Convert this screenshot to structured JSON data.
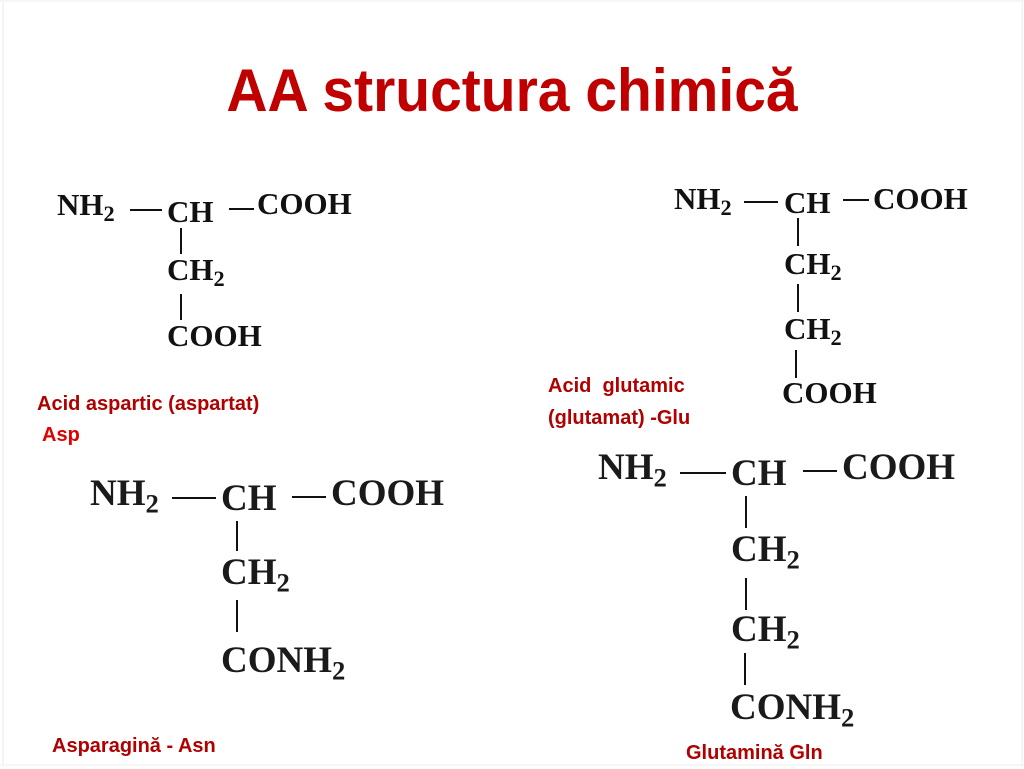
{
  "slide": {
    "title": "AA structura chimică",
    "colors": {
      "title": "#C00000",
      "label": "#B00000",
      "label_accent": "#E00000",
      "formula": "#111111",
      "background": "#FFFFFF"
    }
  },
  "structures": [
    {
      "id": "aspartic-acid",
      "main_chain": {
        "amine": "NH",
        "amine_sub": "2",
        "alpha": "CH",
        "carboxyl": "COOH"
      },
      "side_chain": [
        {
          "text": "CH",
          "sub": "2"
        },
        {
          "text": "COOH",
          "sub": ""
        }
      ],
      "label_lines": [
        "Acid aspartic (aspartat)",
        "Asp"
      ]
    },
    {
      "id": "glutamic-acid",
      "main_chain": {
        "amine": "NH",
        "amine_sub": "2",
        "alpha": "CH",
        "carboxyl": "COOH"
      },
      "side_chain": [
        {
          "text": "CH",
          "sub": "2"
        },
        {
          "text": "CH",
          "sub": "2"
        },
        {
          "text": "COOH",
          "sub": ""
        }
      ],
      "label_lines": [
        "Acid  glutamic",
        "(glutamat) -Glu"
      ]
    },
    {
      "id": "asparagine",
      "main_chain": {
        "amine": "NH",
        "amine_sub": "2",
        "alpha": "CH",
        "carboxyl": "COOH"
      },
      "side_chain": [
        {
          "text": "CH",
          "sub": "2"
        },
        {
          "text": "CONH",
          "sub": "2"
        }
      ],
      "label_lines": [
        "Asparagină - Asn"
      ]
    },
    {
      "id": "glutamine",
      "main_chain": {
        "amine": "NH",
        "amine_sub": "2",
        "alpha": "CH",
        "carboxyl": "COOH"
      },
      "side_chain": [
        {
          "text": "CH",
          "sub": "2"
        },
        {
          "text": "CH",
          "sub": "2"
        },
        {
          "text": "CONH",
          "sub": "2"
        }
      ],
      "label_lines": [
        "Glutamină Gln"
      ]
    }
  ]
}
